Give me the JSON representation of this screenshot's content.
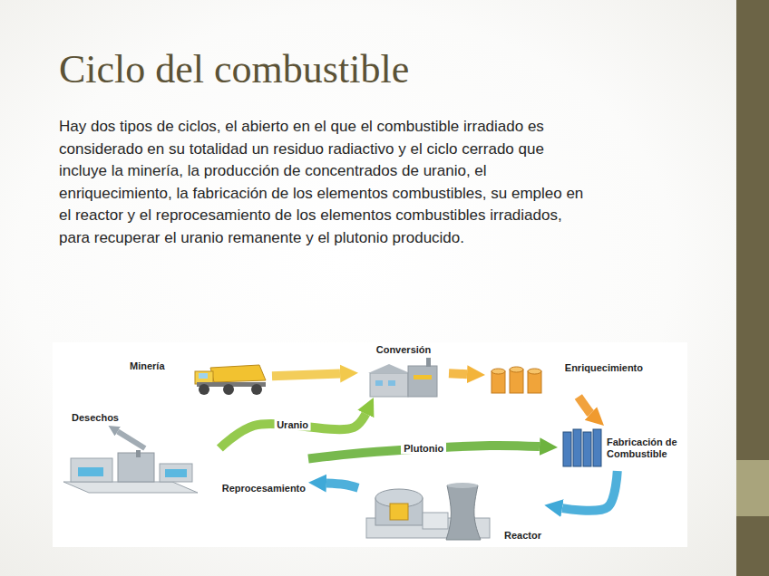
{
  "diagram": {
    "title": "Ciclo del combustible",
    "nodes": [
      {
        "text": [
          "Minería"
        ]
      },
      {
        "text": [
          "Conversión"
        ]
      },
      {
        "text": [
          "Enriquecimiento"
        ]
      },
      {
        "text": [
          "Fabricación de Combustible"
        ]
      },
      {
        "text": [
          "Reactor"
        ]
      },
      {
        "text": [
          "Reprocesamiento"
        ]
      },
      {
        "text": [
          "Desechos"
        ]
      }
    ],
    "edges": [
      {
        "from": 0,
        "to": 1,
        "arrow": "to"
      },
      {
        "from": 1,
        "to": 2,
        "arrow": "to"
      },
      {
        "from": 2,
        "to": 3,
        "arrow": "to"
      },
      {
        "from": 3,
        "to": 4,
        "arrow": "to"
      },
      {
        "from": 4,
        "to": 5,
        "arrow": "to"
      },
      {
        "from": 5,
        "to": 6,
        "arrow": "to"
      },
      {
        "from": 5,
        "to": 1,
        "label": "Uranio",
        "arrow": "to"
      },
      {
        "from": 5,
        "to": 3,
        "label": "Plutonio",
        "arrow": "to"
      }
    ],
    "labels": [
      "Hay dos tipos de ciclos, el abierto en el que el combustible irradiado es considerado en su totalidad un residuo radiactivo y el ciclo cerrado que  incluye la minería, la producción de concentrados de uranio, el enriquecimiento, la fabricación de los elementos combustibles, su empleo en el reactor y el reprocesamiento de los elementos combustibles irradiados, para recuperar el uranio remanente y el plutonio producido."
    ]
  }
}
